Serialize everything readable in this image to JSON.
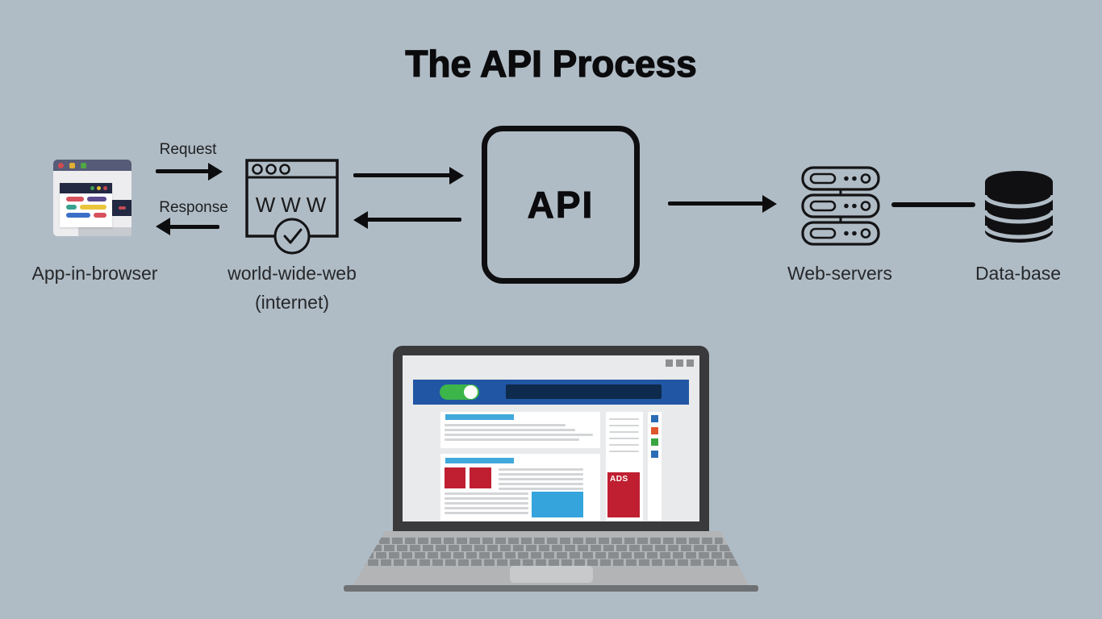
{
  "title": "The API Process",
  "diagram": {
    "nodes": [
      {
        "id": "app-in-browser",
        "label": "App-in-browser"
      },
      {
        "id": "world-wide-web",
        "label": "world-wide-web",
        "sublabel": "(internet)",
        "icon_text": "WWW"
      },
      {
        "id": "api",
        "label": "API"
      },
      {
        "id": "web-servers",
        "label": "Web-servers"
      },
      {
        "id": "data-base",
        "label": "Data-base"
      }
    ],
    "arrows": [
      {
        "id": "request",
        "label": "Request",
        "direction": "right"
      },
      {
        "id": "response",
        "label": "Response",
        "direction": "left"
      },
      {
        "id": "www-to-api",
        "label": "",
        "direction": "right"
      },
      {
        "id": "api-to-www",
        "label": "",
        "direction": "left"
      },
      {
        "id": "api-to-servers",
        "label": "",
        "direction": "right"
      },
      {
        "id": "servers-to-db",
        "label": "",
        "direction": "none"
      }
    ]
  },
  "laptop": {
    "ads_label": "ADS"
  },
  "colors": {
    "background": "#b0bcc5",
    "ink": "#0d0d0f",
    "label_text": "#26282b",
    "browser_topbar_slate": "#565c77",
    "browser_card_navy": "#232942",
    "laptop_blue_bar": "#2156a4",
    "toggle_green": "#3cb54a",
    "search_navy": "#0e2b4d",
    "heading_blue": "#41a8db",
    "content_blue": "#35a3dc",
    "accent_red": "#bf1f31",
    "sidebar_blue": "#2a6db5",
    "sidebar_orange": "#e0562c",
    "sidebar_green": "#3aa540"
  }
}
